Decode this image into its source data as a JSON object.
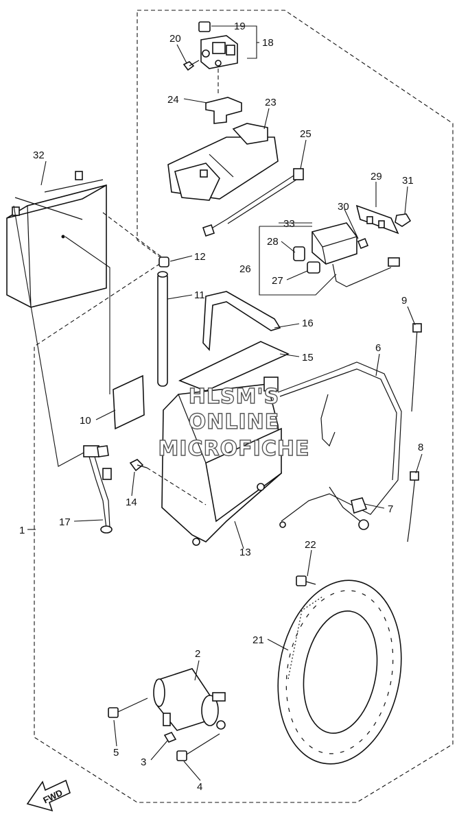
{
  "callouts": [
    "1",
    "2",
    "3",
    "4",
    "5",
    "6",
    "7",
    "8",
    "9",
    "10",
    "11",
    "12",
    "13",
    "14",
    "15",
    "16",
    "17",
    "18",
    "19",
    "20",
    "21",
    "22",
    "23",
    "24",
    "25",
    "26",
    "27",
    "28",
    "29",
    "30",
    "31",
    "32",
    "33"
  ],
  "watermark": [
    "HLSM'S",
    "ONLINE",
    "MICROFICHE"
  ],
  "fwd_label": "FWD"
}
